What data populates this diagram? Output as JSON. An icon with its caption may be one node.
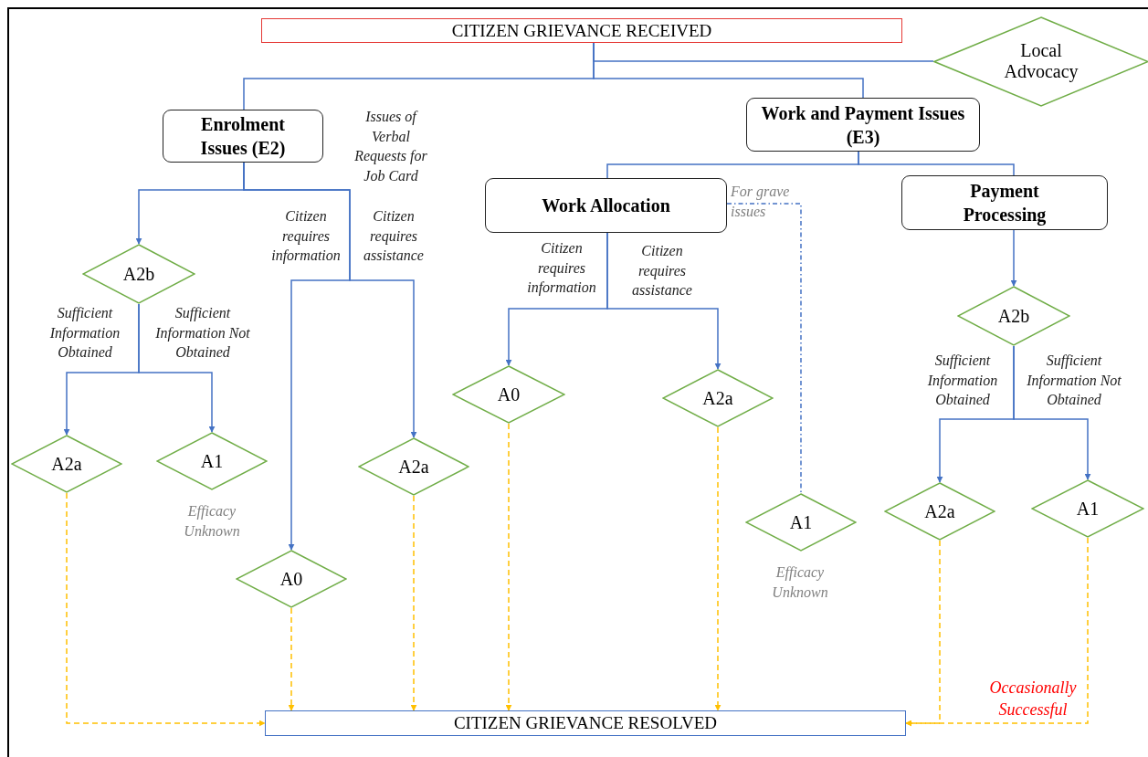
{
  "diagram": {
    "nodes": [
      {
        "text": [
          "CITIZEN GRIEVANCE RECEIVED"
        ]
      },
      {
        "text": [
          "Local Advocacy"
        ]
      },
      {
        "text": [
          "Enrolment Issues (E2)"
        ],
        "beside": [
          "Issues of Verbal Requests for Job Card"
        ]
      },
      {
        "text": [
          "Work and Payment Issues (E3)"
        ]
      },
      {
        "text": [
          "Work Allocation"
        ]
      },
      {
        "text": [
          "Payment Processing"
        ]
      },
      {
        "text": [
          "A2b"
        ]
      },
      {
        "text": [
          "A2a"
        ]
      },
      {
        "text": [
          "A1"
        ],
        "beside": [
          "Efficacy Unknown"
        ]
      },
      {
        "text": [
          "A2a"
        ]
      },
      {
        "text": [
          "A0"
        ]
      },
      {
        "text": [
          "A0"
        ]
      },
      {
        "text": [
          "A2a"
        ]
      },
      {
        "text": [
          "A1"
        ],
        "beside": [
          "Efficacy Unknown"
        ]
      },
      {
        "text": [
          "A2b"
        ]
      },
      {
        "text": [
          "A2a"
        ]
      },
      {
        "text": [
          "A1"
        ]
      },
      {
        "text": [
          "CITIZEN GRIEVANCE RESOLVED"
        ]
      }
    ],
    "edges": [
      {
        "from": 0,
        "to": 1,
        "arrow": "none"
      },
      {
        "from": 0,
        "to": 2,
        "arrow": "none"
      },
      {
        "from": 0,
        "to": 3,
        "arrow": "none"
      },
      {
        "from": 2,
        "to": 6,
        "arrow": "to"
      },
      {
        "from": 2,
        "to": 10,
        "arrow": "to",
        "label": "Citizen requires information"
      },
      {
        "from": 2,
        "to": 9,
        "arrow": "to",
        "label": "Citizen requires assistance"
      },
      {
        "from": 6,
        "to": 7,
        "arrow": "to",
        "label": "Sufficient Information Obtained"
      },
      {
        "from": 6,
        "to": 8,
        "arrow": "to",
        "label": "Sufficient Information Not Obtained"
      },
      {
        "from": 3,
        "to": 4,
        "arrow": "none"
      },
      {
        "from": 3,
        "to": 5,
        "arrow": "none"
      },
      {
        "from": 4,
        "to": 11,
        "arrow": "to",
        "label": "Citizen requires information"
      },
      {
        "from": 4,
        "to": 12,
        "arrow": "to",
        "label": "Citizen requires assistance"
      },
      {
        "from": 4,
        "to": 13,
        "arrow": "none",
        "label": "For grave issues",
        "style": "dashed"
      },
      {
        "from": 5,
        "to": 14,
        "arrow": "to"
      },
      {
        "from": 14,
        "to": 15,
        "arrow": "to",
        "label": "Sufficient Information Obtained"
      },
      {
        "from": 14,
        "to": 16,
        "arrow": "to",
        "label": "Sufficient Information Not Obtained"
      },
      {
        "from": 7,
        "to": 17,
        "arrow": "to",
        "style": "dashed",
        "color": "#ffc000"
      },
      {
        "from": 10,
        "to": 17,
        "arrow": "to",
        "style": "dashed",
        "color": "#ffc000"
      },
      {
        "from": 9,
        "to": 17,
        "arrow": "to",
        "style": "dashed",
        "color": "#ffc000"
      },
      {
        "from": 11,
        "to": 17,
        "arrow": "to",
        "style": "dashed",
        "color": "#ffc000"
      },
      {
        "from": 12,
        "to": 17,
        "arrow": "to",
        "style": "dashed",
        "color": "#ffc000"
      },
      {
        "from": 15,
        "to": 17,
        "arrow": "to",
        "style": "dashed",
        "color": "#ffc000"
      },
      {
        "from": 16,
        "to": 17,
        "arrow": "to",
        "style": "dashed",
        "color": "#ffc000",
        "label": "Occasionally Successful"
      }
    ]
  }
}
